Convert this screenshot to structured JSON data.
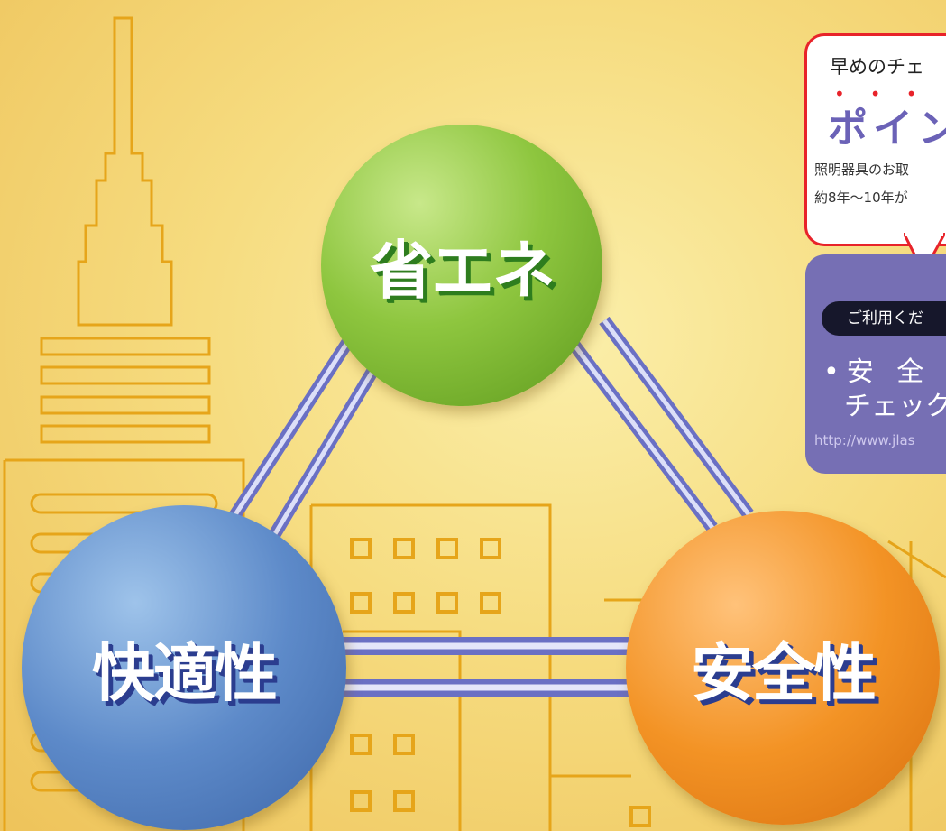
{
  "circles": {
    "energy": {
      "label": "省エネ",
      "color": "#8ec63f"
    },
    "comfort": {
      "label": "快適性",
      "color": "#5d8ac9"
    },
    "safety": {
      "label": "安全性",
      "color": "#f39325"
    }
  },
  "callout": {
    "lead": "早めのチェ",
    "heading": "ポイン",
    "body_line1": "照明器具のお取",
    "body_line2": "約8年〜10年が"
  },
  "info_panel": {
    "pill": "ご利用くだ",
    "bullet_line1": "安 全",
    "bullet_line2": "チェック",
    "url": "http://www.jlas"
  },
  "colors": {
    "background": "#f6dc80",
    "building_outline": "#e6a51a",
    "connector": "#8f95d8",
    "bubble_border": "#e8232a",
    "panel": "#766fb4"
  }
}
